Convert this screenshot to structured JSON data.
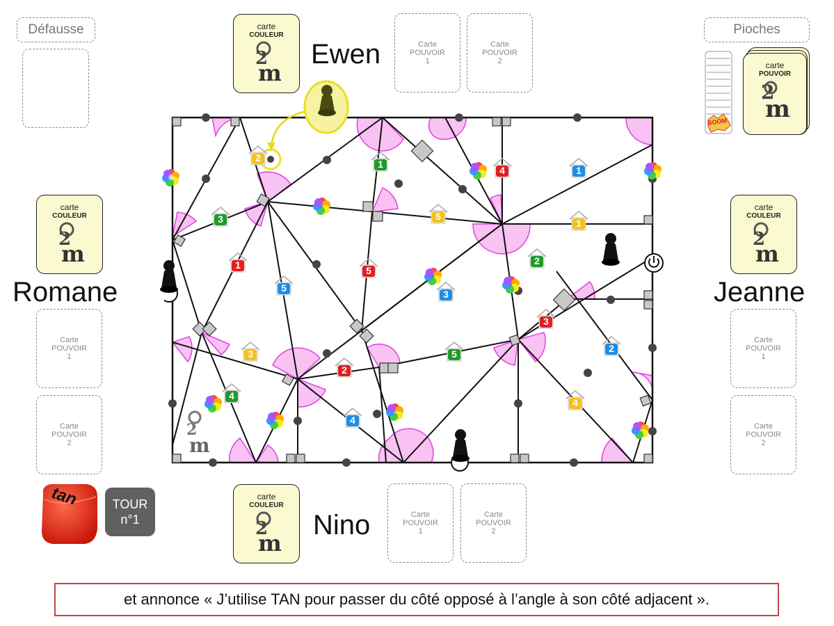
{
  "discard": {
    "label": "Défausse"
  },
  "draw": {
    "label": "Pioches",
    "boom_label": "BOOM",
    "card_t1": "carte",
    "card_t2": "POUVOIR"
  },
  "color_card": {
    "t1": "carte",
    "t2": "COULEUR"
  },
  "power_card": {
    "l1": "Carte",
    "l2": "POUVOIR",
    "n1": "1",
    "n2": "2"
  },
  "players": {
    "top": "Ewen",
    "left": "Romane",
    "right": "Jeanne",
    "bottom": "Nino"
  },
  "dice": {
    "face": "tan"
  },
  "turn": {
    "l1": "TOUR",
    "l2": "n°1"
  },
  "message": "et annonce « J’utilise TAN pour passer du côté opposé à l’angle à son côté adjacent ».",
  "colors": {
    "yellow": "#f4c21a",
    "green": "#1f9a2a",
    "red": "#e02020",
    "blue": "#1c8ee8",
    "pink": "#f6b6f0",
    "magenta": "#e040e0",
    "card_bg": "#fbf9cf",
    "msg_border": "#c4444a"
  },
  "houses": [
    {
      "color": "yellow",
      "n": "2"
    },
    {
      "color": "green",
      "n": "1"
    },
    {
      "color": "red",
      "n": "4"
    },
    {
      "color": "blue",
      "n": "1"
    },
    {
      "color": "green",
      "n": "3"
    },
    {
      "color": "yellow",
      "n": "5"
    },
    {
      "color": "yellow",
      "n": "1"
    },
    {
      "color": "red",
      "n": "1"
    },
    {
      "color": "red",
      "n": "5"
    },
    {
      "color": "green",
      "n": "2"
    },
    {
      "color": "blue",
      "n": "5"
    },
    {
      "color": "blue",
      "n": "3"
    },
    {
      "color": "red",
      "n": "3"
    },
    {
      "color": "yellow",
      "n": "3"
    },
    {
      "color": "green",
      "n": "5"
    },
    {
      "color": "blue",
      "n": "2"
    },
    {
      "color": "red",
      "n": "2"
    },
    {
      "color": "green",
      "n": "4"
    },
    {
      "color": "blue",
      "n": "4"
    },
    {
      "color": "yellow",
      "n": "4"
    }
  ]
}
